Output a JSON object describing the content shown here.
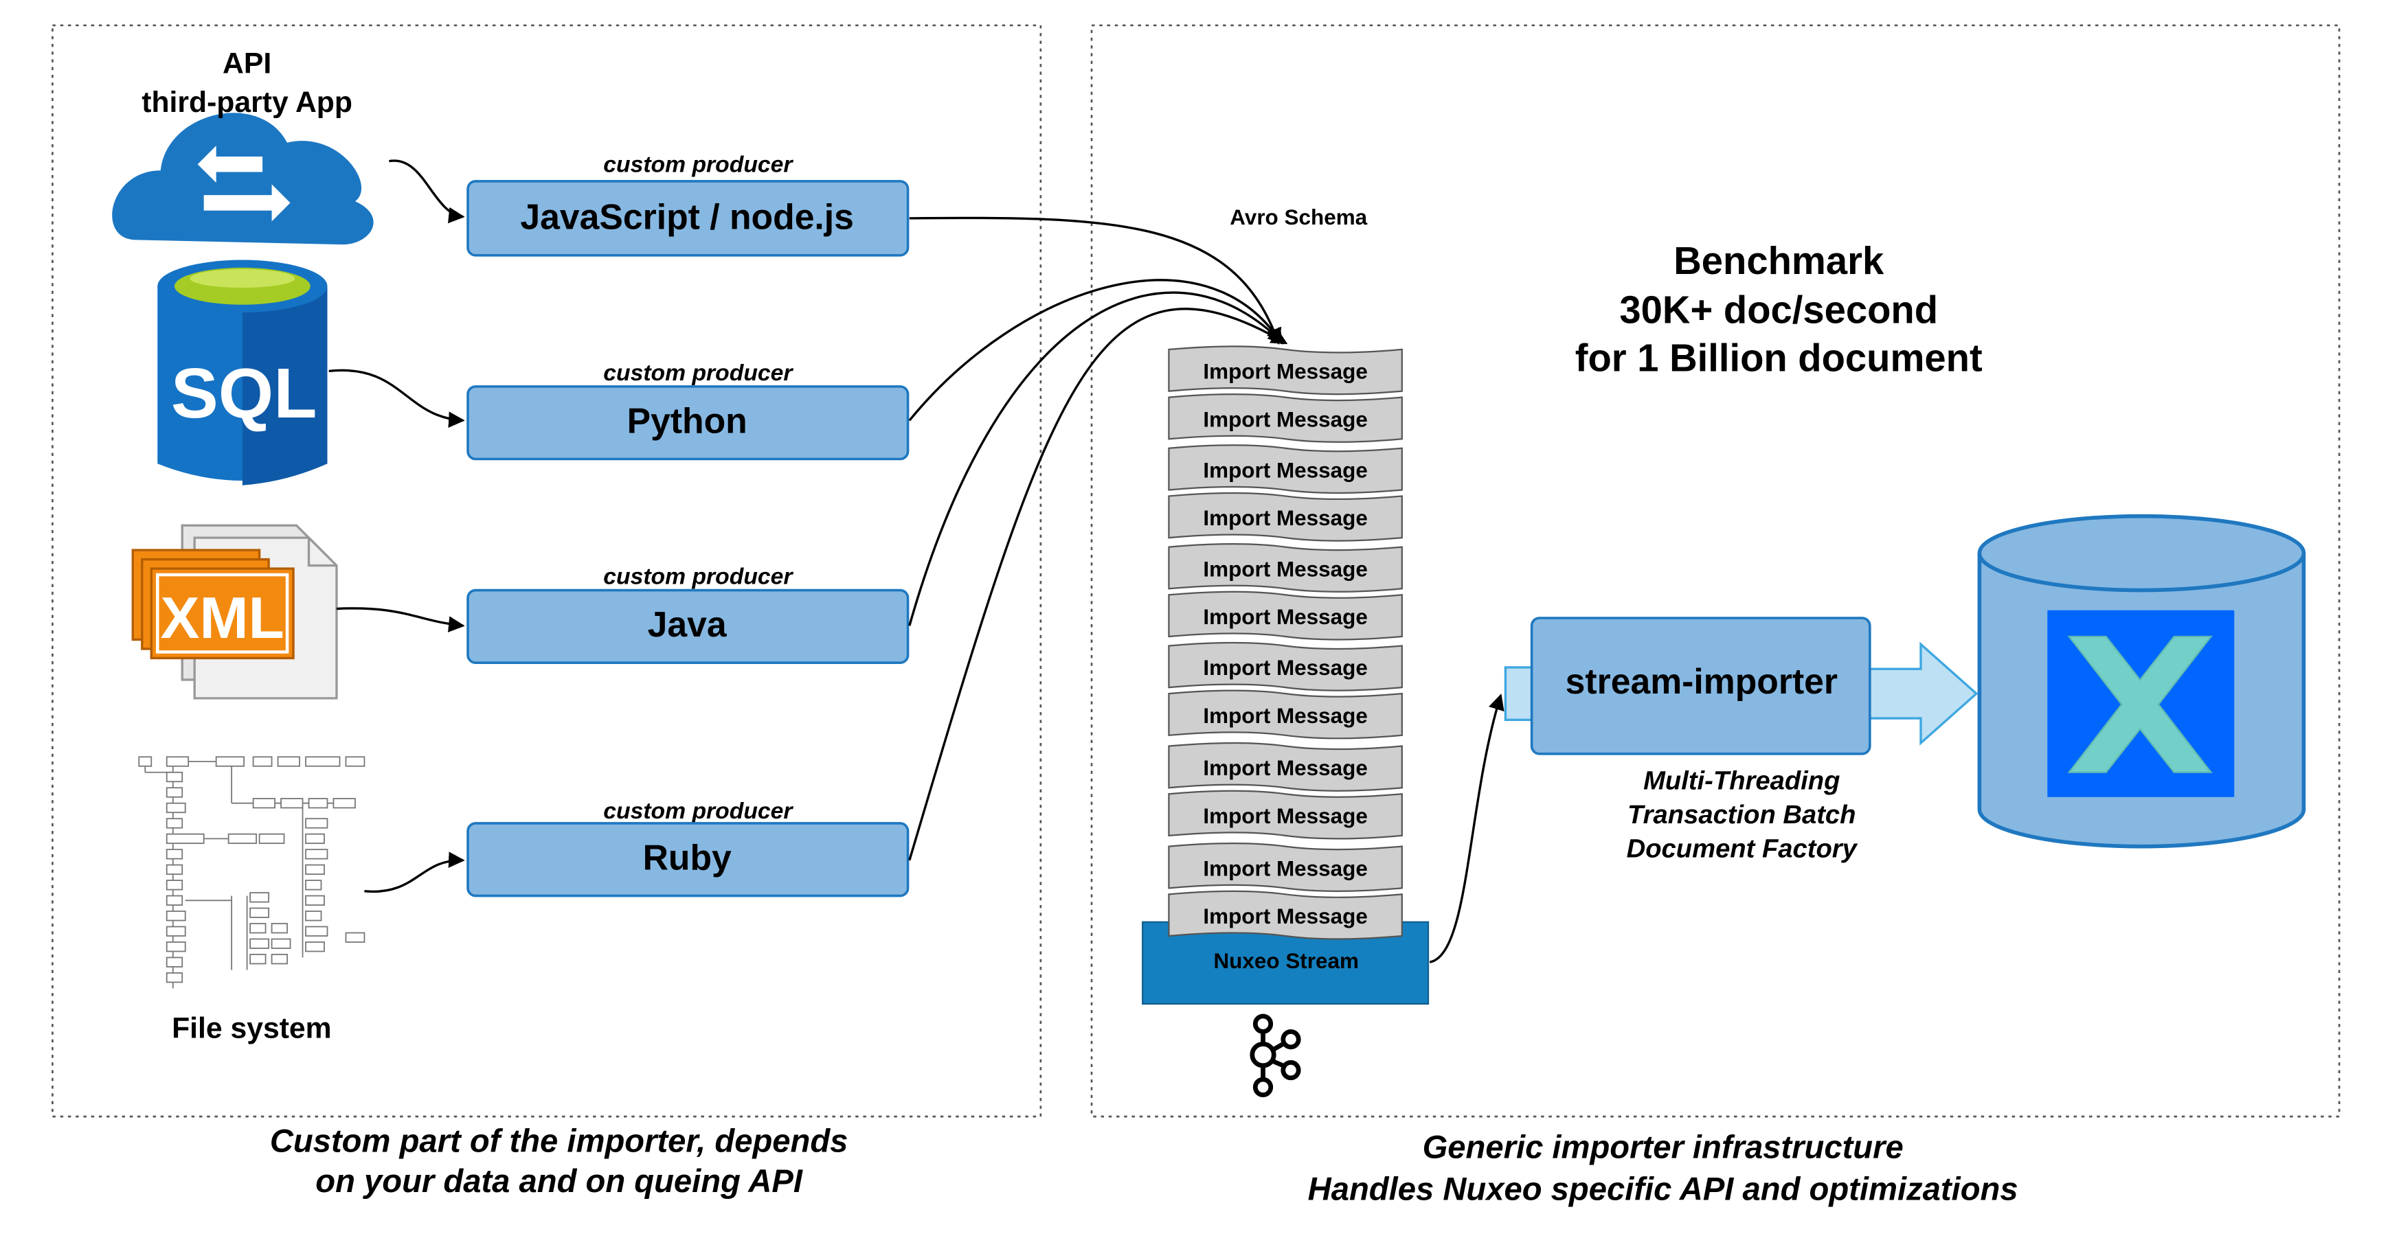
{
  "left_panel": {
    "caption_line1": "Custom part of the importer, depends",
    "caption_line2": "on your data and on queing API"
  },
  "right_panel": {
    "caption_line1": "Generic importer infrastructure",
    "caption_line2": "Handles Nuxeo specific API and optimizations"
  },
  "sources": {
    "api_line1": "API",
    "api_line2": "third-party App",
    "sql_label": "SQL",
    "xml_label": "XML",
    "fs_label": "File system"
  },
  "producers": [
    {
      "caption": "custom producer",
      "label": "JavaScript / node.js"
    },
    {
      "caption": "custom producer",
      "label": "Python"
    },
    {
      "caption": "custom producer",
      "label": "Java"
    },
    {
      "caption": "custom producer",
      "label": "Ruby"
    }
  ],
  "avro_label": "Avro Schema",
  "messages": [
    "Import Message",
    "Import Message",
    "Import Message",
    "Import Message",
    "Import Message",
    "Import Message",
    "Import Message",
    "Import Message",
    "Import Message",
    "Import Message",
    "Import Message",
    "Import Message"
  ],
  "stream_label": "Nuxeo Stream",
  "benchmark": {
    "line1": "Benchmark",
    "line2": "30K+ doc/second",
    "line3": "for 1 Billion  document"
  },
  "importer": {
    "label": "stream-importer",
    "features": [
      "Multi-Threading",
      "Transaction Batch",
      "Document Factory"
    ]
  },
  "colors": {
    "box_fill": "#86b8e2",
    "box_stroke": "#1f78c0",
    "stream_fill": "#1580bf",
    "message_fill": "#cfcfcf",
    "cloud": "#1c77c3",
    "sql_blue": "#1573c5",
    "sql_lime": "#a4cc24",
    "xml_orange": "#f38a10",
    "db_fill": "#86b8e2",
    "nuxeo_blue": "#0066ff",
    "nuxeo_x": "#73d0c8"
  }
}
